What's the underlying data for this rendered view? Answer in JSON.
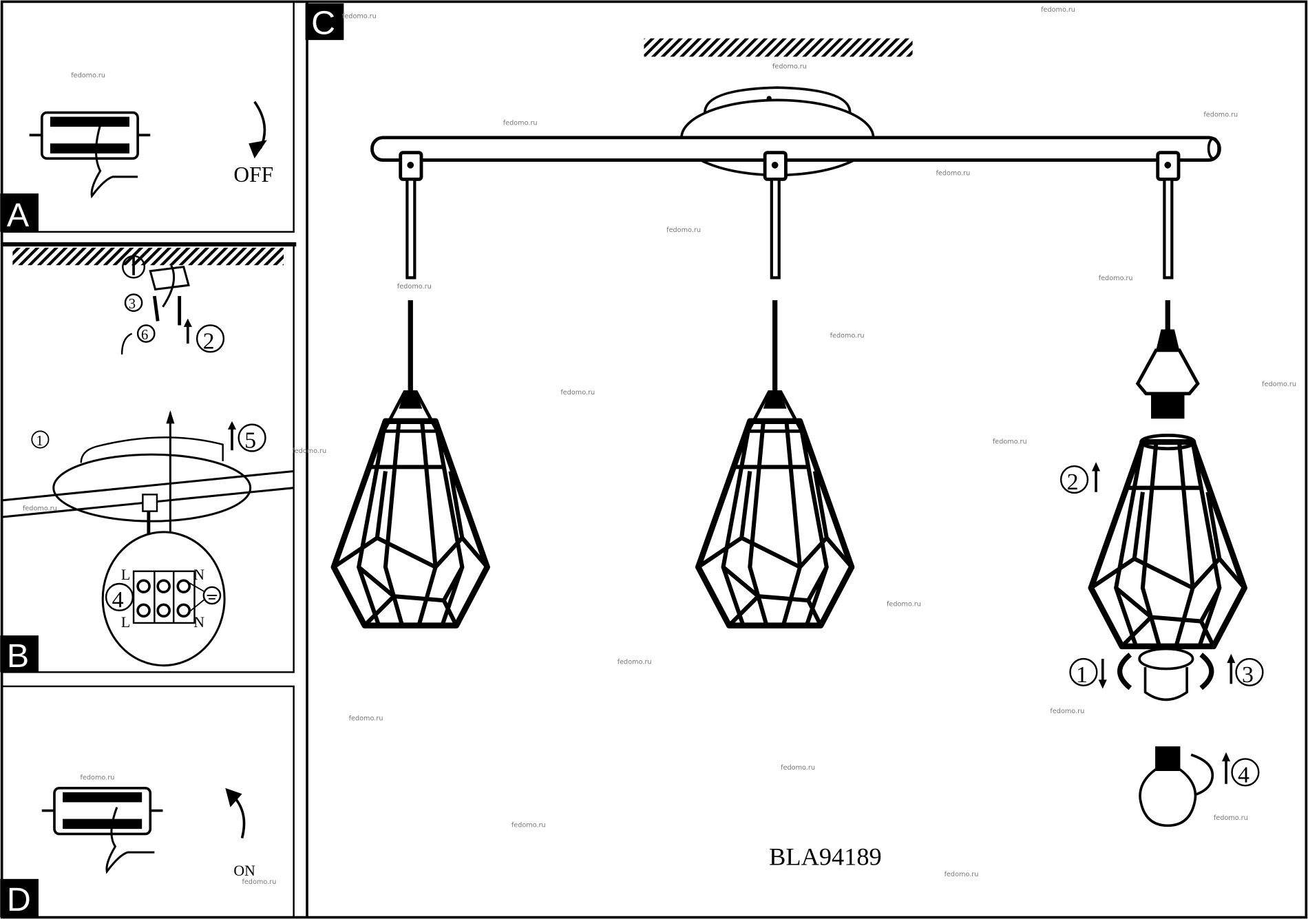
{
  "panels": {
    "a": {
      "label": "A",
      "switch_text": "OFF"
    },
    "b": {
      "label": "B",
      "steps": [
        "1",
        "2",
        "3",
        "5",
        "6",
        "4",
        "1"
      ],
      "terminal_live": "L",
      "terminal_neutral": "N"
    },
    "c": {
      "label": "C",
      "steps": [
        "2",
        "1",
        "3",
        "4"
      ],
      "model": "BLA94189"
    },
    "d": {
      "label": "D",
      "switch_text": "ON"
    }
  },
  "watermark": "fedomo.ru",
  "colors": {
    "ink": "#000000",
    "paper": "#ffffff"
  }
}
